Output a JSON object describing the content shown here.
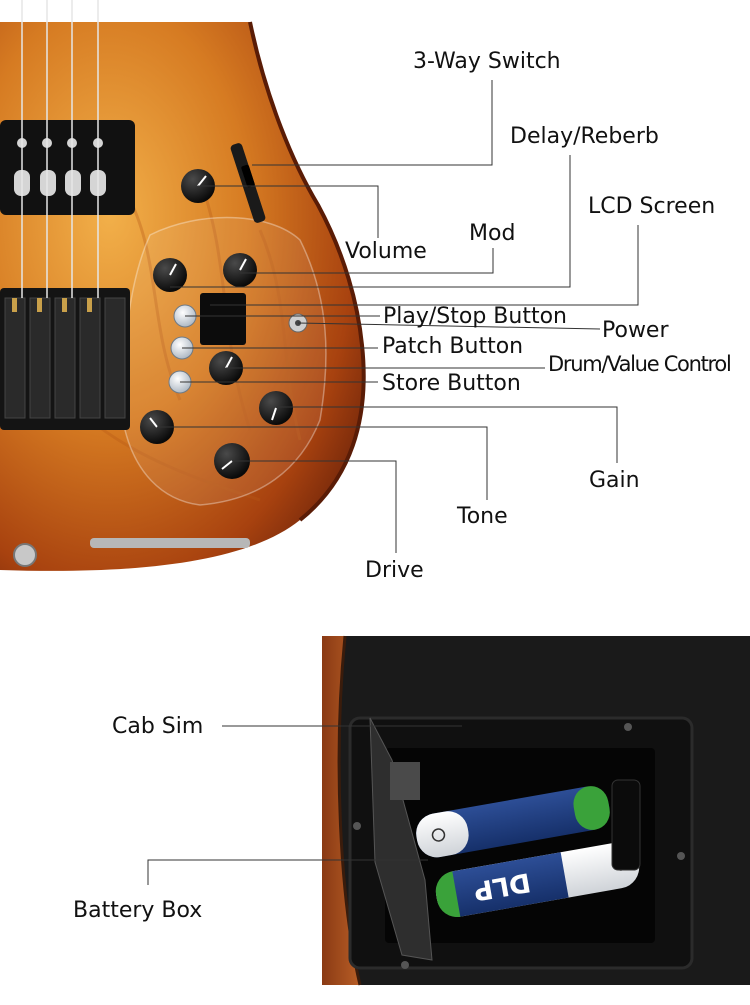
{
  "labels": {
    "three_way_switch": "3-Way Switch",
    "delay_reverb": "Delay/Reberb",
    "lcd_screen": "LCD Screen",
    "mod": "Mod",
    "volume": "Volume",
    "play_stop_button": "Play/Stop Button",
    "power": "Power",
    "patch_button": "Patch Button",
    "drum_value_control": "Drum/Value Control",
    "store_button": "Store Button",
    "gain": "Gain",
    "tone": "Tone",
    "drive": "Drive",
    "cab_sim": "Cab Sim",
    "battery_box": "Battery Box"
  },
  "battery_print": "DLP",
  "colors": {
    "guitar_body_amber": "#d98a2a",
    "guitar_body_dark": "#7a2c0c",
    "battery_blue": "#1d3a7a",
    "battery_green": "#3aa23a",
    "back_panel": "#151515"
  }
}
